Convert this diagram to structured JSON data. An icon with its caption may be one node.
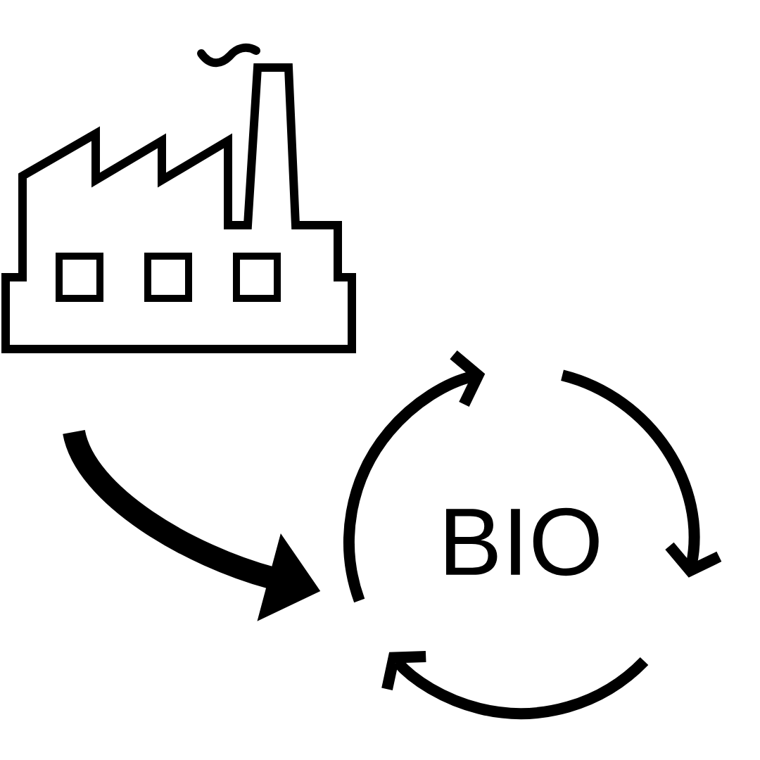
{
  "diagram": {
    "nodes": [
      {
        "text": [],
        "shape": "picture"
      },
      {
        "text": [
          "BIO"
        ]
      }
    ],
    "edges": [
      {
        "from": 0,
        "to": 1,
        "arrow": "to"
      }
    ]
  }
}
